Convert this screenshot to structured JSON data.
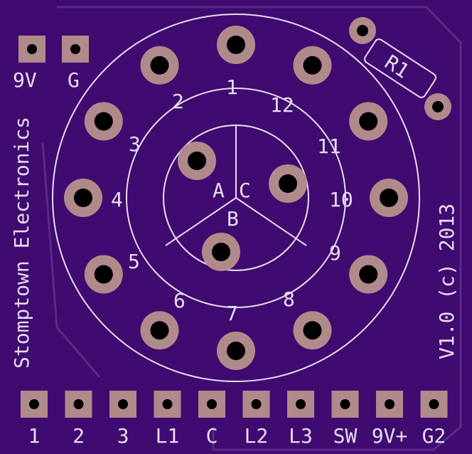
{
  "board": {
    "colors": {
      "board": "#3f0b70",
      "silkscreen": "#e8ddf0",
      "copper": "#b08a8a",
      "trace": "#5a2a8a"
    },
    "top_pads": [
      {
        "label": "9V"
      },
      {
        "label": "G"
      }
    ],
    "resistor_label": "R1",
    "ring_numbers": [
      "1",
      "2",
      "3",
      "4",
      "5",
      "6",
      "7",
      "8",
      "9",
      "10",
      "11",
      "12"
    ],
    "wiper_labels": [
      "A",
      "B",
      "C"
    ],
    "vertical_left": "Stomptown Electronics",
    "vertical_right": "V1.0 (c) 2013",
    "bottom_pads": [
      {
        "label": "1"
      },
      {
        "label": "2"
      },
      {
        "label": "3"
      },
      {
        "label": "L1"
      },
      {
        "label": "C"
      },
      {
        "label": "L2"
      },
      {
        "label": "L3"
      },
      {
        "label": "SW"
      },
      {
        "label": "9V+"
      },
      {
        "label": "G2"
      }
    ]
  }
}
